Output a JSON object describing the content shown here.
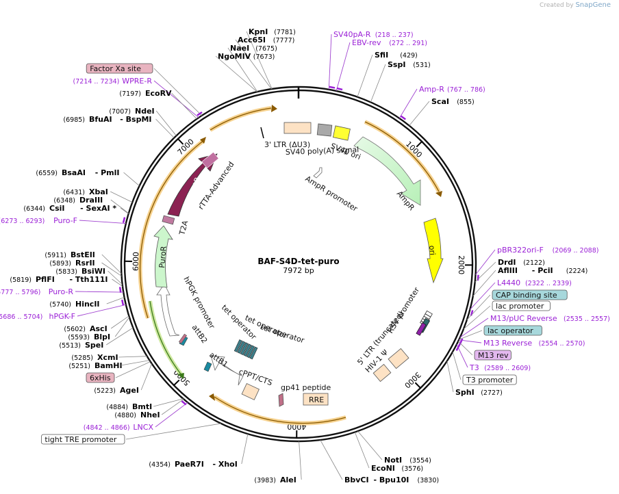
{
  "credit": {
    "prefix": "Created by",
    "brand": "SnapGene"
  },
  "plasmid": {
    "name": "BAF-S4D-tet-puro",
    "size": "7972 bp"
  },
  "ticks": [
    "1000",
    "2000",
    "3000",
    "4000",
    "5000",
    "6000",
    "7000"
  ],
  "sites_right": [
    {
      "name": "KpnI",
      "pos": "(7781)",
      "kind": "enzyme"
    },
    {
      "name": "Acc65I",
      "pos": "(7777)",
      "kind": "enzyme"
    },
    {
      "name": "NaeI",
      "pos": "(7675)",
      "kind": "enzyme"
    },
    {
      "name": "NgoMIV",
      "pos": "(7673)",
      "kind": "enzyme"
    },
    {
      "name": "SV40pA-R",
      "pos": "(218 .. 237)",
      "kind": "primer"
    },
    {
      "name": "EBV-rev",
      "pos": "(272 .. 291)",
      "kind": "primer"
    },
    {
      "name": "SfiI",
      "pos": "(429)",
      "kind": "enzyme"
    },
    {
      "name": "SspI",
      "pos": "(531)",
      "kind": "enzyme"
    },
    {
      "name": "Amp-R",
      "pos": "(767 .. 786)",
      "kind": "primer"
    },
    {
      "name": "ScaI",
      "pos": "(855)",
      "kind": "enzyme"
    },
    {
      "name": "pBR322ori-F",
      "pos": "(2069 .. 2088)",
      "kind": "primer"
    },
    {
      "name": "DrdI",
      "pos": "(2122)",
      "kind": "enzyme"
    },
    {
      "name": "AflIII",
      "extra": "- PciI",
      "pos": "(2224)",
      "kind": "enzyme"
    },
    {
      "name": "L4440",
      "pos": "(2322 .. 2339)",
      "kind": "primer"
    },
    {
      "name": "CAP binding site",
      "pos": "",
      "kind": "box-teal"
    },
    {
      "name": "lac promoter",
      "pos": "",
      "kind": "box-white"
    },
    {
      "name": "M13/pUC Reverse",
      "pos": "(2535 .. 2557)",
      "kind": "primer"
    },
    {
      "name": "lac operator",
      "pos": "",
      "kind": "box-teal"
    },
    {
      "name": "M13 Reverse",
      "pos": "(2554 .. 2570)",
      "kind": "primer"
    },
    {
      "name": "M13 rev",
      "pos": "",
      "kind": "box-purple"
    },
    {
      "name": "T3",
      "pos": "(2589 .. 2609)",
      "kind": "primer"
    },
    {
      "name": "T3 promoter",
      "pos": "",
      "kind": "box-white"
    },
    {
      "name": "SphI",
      "pos": "(2727)",
      "kind": "enzyme"
    },
    {
      "name": "NotI",
      "pos": "(3554)",
      "kind": "enzyme"
    },
    {
      "name": "EcoNI",
      "pos": "(3576)",
      "kind": "enzyme"
    },
    {
      "name": "BbvCI",
      "extra": "- Bpu10I",
      "pos": "(3830)",
      "kind": "enzyme"
    }
  ],
  "sites_left": [
    {
      "name": "Factor Xa site",
      "pos": "",
      "kind": "box-pink"
    },
    {
      "name": "WPRE-R",
      "pos": "(7214 .. 7234)",
      "kind": "primer"
    },
    {
      "name": "EcoRV",
      "pos": "(7197)",
      "kind": "enzyme"
    },
    {
      "name": "NdeI",
      "pos": "(7007)",
      "kind": "enzyme"
    },
    {
      "name": "BfuAI",
      "extra": "- BspMI",
      "pos": "(6985)",
      "kind": "enzyme"
    },
    {
      "name": "BsaAI",
      "extra": "- PmlI",
      "pos": "(6559)",
      "kind": "enzyme"
    },
    {
      "name": "XbaI",
      "pos": "(6431)",
      "kind": "enzyme"
    },
    {
      "name": "DraIII",
      "pos": "(6348)",
      "kind": "enzyme"
    },
    {
      "name": "CsiI",
      "extra": "- SexAI *",
      "pos": "(6344)",
      "kind": "enzyme"
    },
    {
      "name": "Puro-F",
      "pos": "(6273 .. 6293)",
      "kind": "primer"
    },
    {
      "name": "BstEII",
      "pos": "(5911)",
      "kind": "enzyme"
    },
    {
      "name": "RsrII",
      "pos": "(5893)",
      "kind": "enzyme"
    },
    {
      "name": "BsiWI",
      "pos": "(5833)",
      "kind": "enzyme"
    },
    {
      "name": "PflFI",
      "extra": "- Tth111I",
      "pos": "(5819)",
      "kind": "enzyme"
    },
    {
      "name": "Puro-R",
      "pos": "(5777 .. 5796)",
      "kind": "primer"
    },
    {
      "name": "HincII",
      "pos": "(5740)",
      "kind": "enzyme"
    },
    {
      "name": "hPGK-F",
      "pos": "(5686 .. 5704)",
      "kind": "primer"
    },
    {
      "name": "AscI",
      "pos": "(5602)",
      "kind": "enzyme"
    },
    {
      "name": "BlpI",
      "pos": "(5593)",
      "kind": "enzyme"
    },
    {
      "name": "SpeI",
      "pos": "(5513)",
      "kind": "enzyme"
    },
    {
      "name": "XcmI",
      "pos": "(5285)",
      "kind": "enzyme"
    },
    {
      "name": "BamHI",
      "pos": "(5251)",
      "kind": "enzyme"
    },
    {
      "name": "6xHis",
      "pos": "",
      "kind": "box-pink"
    },
    {
      "name": "AgeI",
      "pos": "(5223)",
      "kind": "enzyme"
    },
    {
      "name": "BmtI",
      "pos": "(4884)",
      "kind": "enzyme"
    },
    {
      "name": "NheI",
      "pos": "(4880)",
      "kind": "enzyme"
    },
    {
      "name": "LNCX",
      "pos": "(4842 .. 4866)",
      "kind": "primer"
    },
    {
      "name": "tight TRE promoter",
      "pos": "",
      "kind": "box-white"
    },
    {
      "name": "PaeR7I",
      "extra": "- XhoI",
      "pos": "(4354)",
      "kind": "enzyme"
    },
    {
      "name": "AleI",
      "pos": "(3983)",
      "kind": "enzyme"
    }
  ],
  "features": {
    "ltr3": "3' LTR (ΔU3)",
    "sv40polya": "SV40 poly(A) signal",
    "sv40ori": "SV40 ori",
    "ampr_promoter": "AmpR promoter",
    "ampr": "AmpR",
    "ori": "ori",
    "rsv": "RSV promoter",
    "ltr5": "5' LTR (truncated)",
    "hiv": "HIV-1 Ψ",
    "rre": "RRE",
    "gp41": "gp41 peptide",
    "cppt": "cPPT/CTS",
    "attb1": "attB1",
    "attb2": "attB2",
    "tetop1": "tet operator",
    "tetop2": "tet operator",
    "tetop3": "tet operator",
    "hpgk": "hPGK promoter",
    "puror": "PuroR",
    "t2a": "T2A",
    "rtetr": "rTetR",
    "rtta": "rTTA-Advanced"
  }
}
